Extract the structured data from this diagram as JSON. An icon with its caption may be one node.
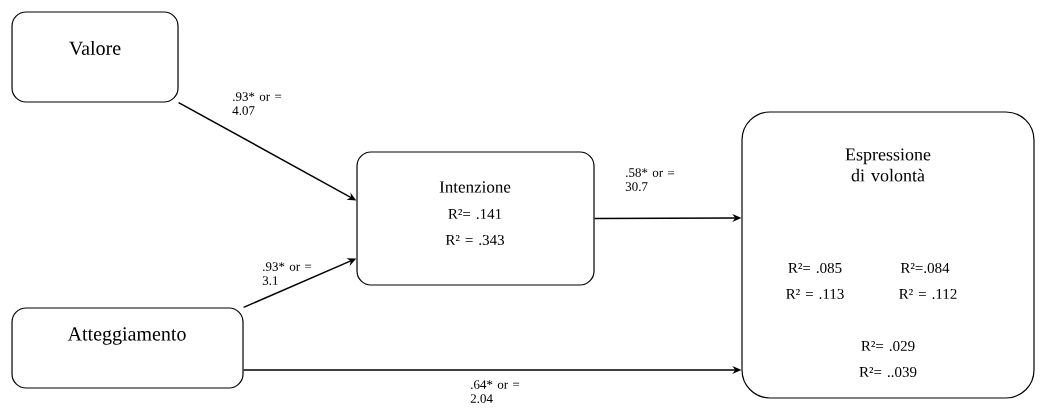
{
  "diagram": {
    "nodes": [
      {
        "text": [
          "Valore"
        ]
      },
      {
        "text": [
          "Atteggiamento"
        ]
      },
      {
        "text": [
          "Intenzione",
          "R²= .141",
          "R² = .343"
        ]
      },
      {
        "text": [
          "Espressione di volontà",
          "R²= .085",
          "R²=.084",
          "R² = .113",
          "R² = .112",
          "R²= .029",
          "R²= ..039"
        ]
      }
    ],
    "edges": [
      {
        "from": 0,
        "to": 2,
        "arrow": "to",
        "label": ".93* or = 4.07"
      },
      {
        "from": 1,
        "to": 2,
        "arrow": "to",
        "label": ".93* or = 3.1"
      },
      {
        "from": 2,
        "to": 3,
        "arrow": "to",
        "label": ".58* or = 30.7"
      },
      {
        "from": 1,
        "to": 3,
        "arrow": "to",
        "label": ".64* or = 2.04"
      }
    ]
  }
}
